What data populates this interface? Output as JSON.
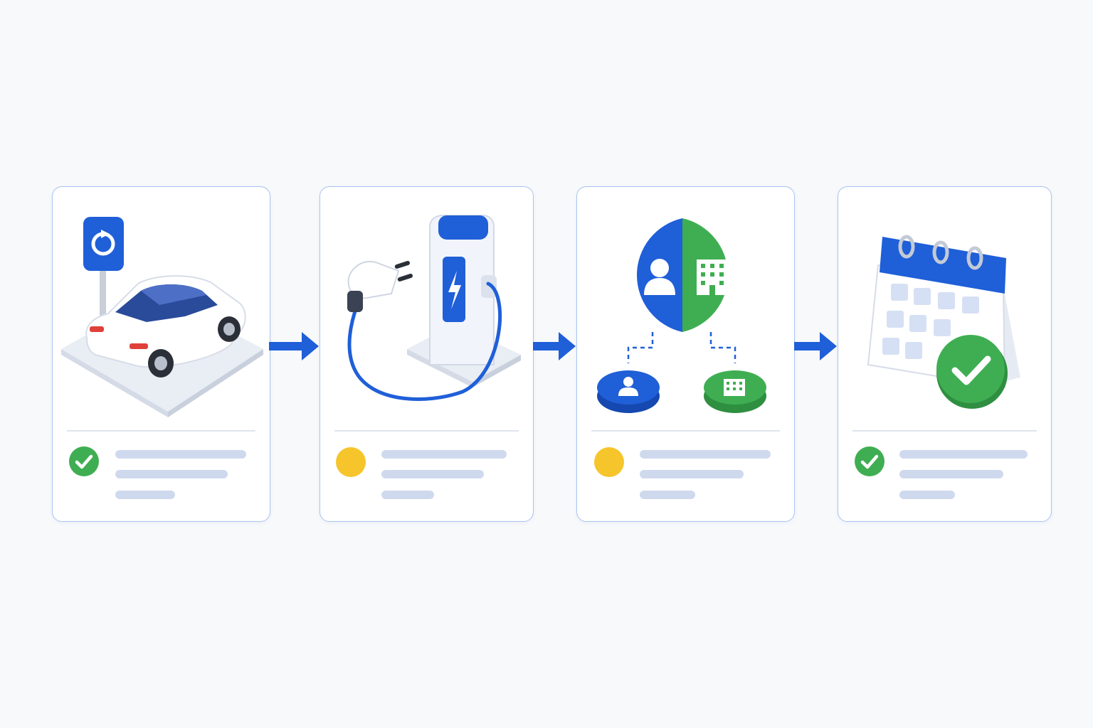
{
  "colors": {
    "blue": "#1f5fd8",
    "green": "#3fae52",
    "yellow": "#f6c52b",
    "card_border": "#a9c4ef",
    "placeholder_line": "#cfd9ee"
  },
  "steps": [
    {
      "id": "park-vehicle",
      "illustration": "car-parking-icon",
      "status": "complete",
      "status_icon": "check-circle-icon"
    },
    {
      "id": "charge-vehicle",
      "illustration": "charging-station-icon",
      "status": "pending",
      "status_icon": "dot-icon"
    },
    {
      "id": "assign-account",
      "illustration": "user-business-split-icon",
      "status": "pending",
      "status_icon": "dot-icon"
    },
    {
      "id": "schedule-confirmed",
      "illustration": "calendar-check-icon",
      "status": "complete",
      "status_icon": "check-circle-icon"
    }
  ],
  "connectors": [
    "arrow-right-icon",
    "arrow-right-icon",
    "arrow-right-icon"
  ]
}
